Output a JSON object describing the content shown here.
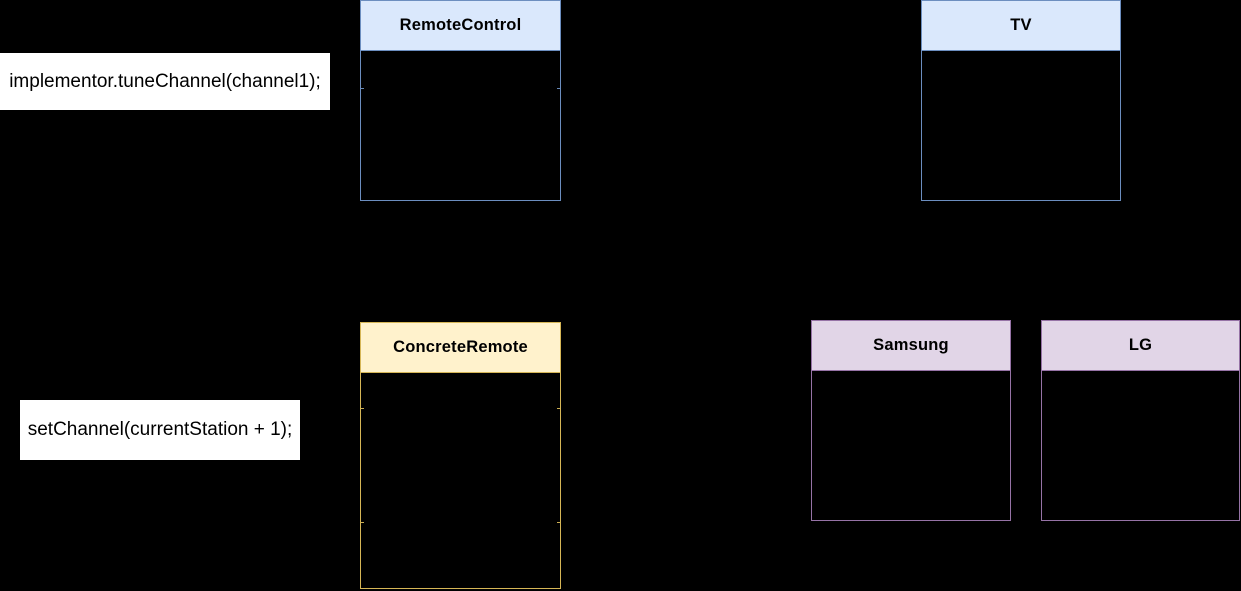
{
  "canvas": {
    "background": "#000000"
  },
  "diagram": {
    "type": "uml-class-diagram",
    "classes": [
      {
        "name": "RemoteControl",
        "header_fill": "#dae8fc",
        "border_color": "#6c8ebf",
        "title_color": "#000000"
      },
      {
        "name": "TV",
        "header_fill": "#dae8fc",
        "border_color": "#6c8ebf",
        "title_color": "#000000"
      },
      {
        "name": "ConcreteRemote",
        "header_fill": "#fff2cc",
        "border_color": "#d6b656",
        "title_color": "#000000"
      },
      {
        "name": "Samsung",
        "header_fill": "#e1d5e7",
        "border_color": "#9673a6",
        "title_color": "#000000"
      },
      {
        "name": "LG",
        "header_fill": "#e1d5e7",
        "border_color": "#9673a6",
        "title_color": "#000000"
      }
    ],
    "notes": [
      {
        "text": "implementor.tuneChannel(channel1);",
        "fill": "#ffffff",
        "text_color": "#000000"
      },
      {
        "text": "setChannel(currentStation + 1);",
        "fill": "#ffffff",
        "text_color": "#000000"
      }
    ]
  }
}
